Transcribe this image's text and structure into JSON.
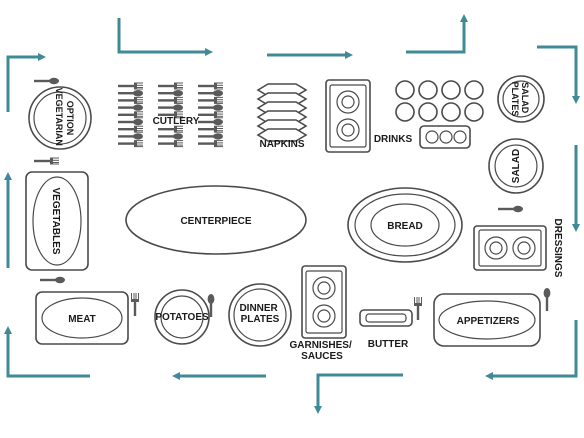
{
  "labels": {
    "vegetarian_option": [
      "VEGETARIAN",
      "OPTION"
    ],
    "cutlery": "CUTLERY",
    "napkins": "NAPKINS",
    "drinks": "DRINKS",
    "salad_plates": [
      "SALAD",
      "PLATES"
    ],
    "salad": "SALAD",
    "vegetables": "VEGETABLES",
    "centerpiece": "CENTERPIECE",
    "bread": "BREAD",
    "dressings": "DRESSINGS",
    "meat": "MEAT",
    "potatoes": "POTATOES",
    "dinner_plates": [
      "DINNER",
      "PLATES"
    ],
    "garnishes_sauces": [
      "GARNISHES/",
      "SAUCES"
    ],
    "butter": "BUTTER",
    "appetizers": "APPETIZERS"
  },
  "colors": {
    "arrow": "#3f8a96",
    "outline": "#4a4a4a",
    "text": "#1a1a1a"
  }
}
